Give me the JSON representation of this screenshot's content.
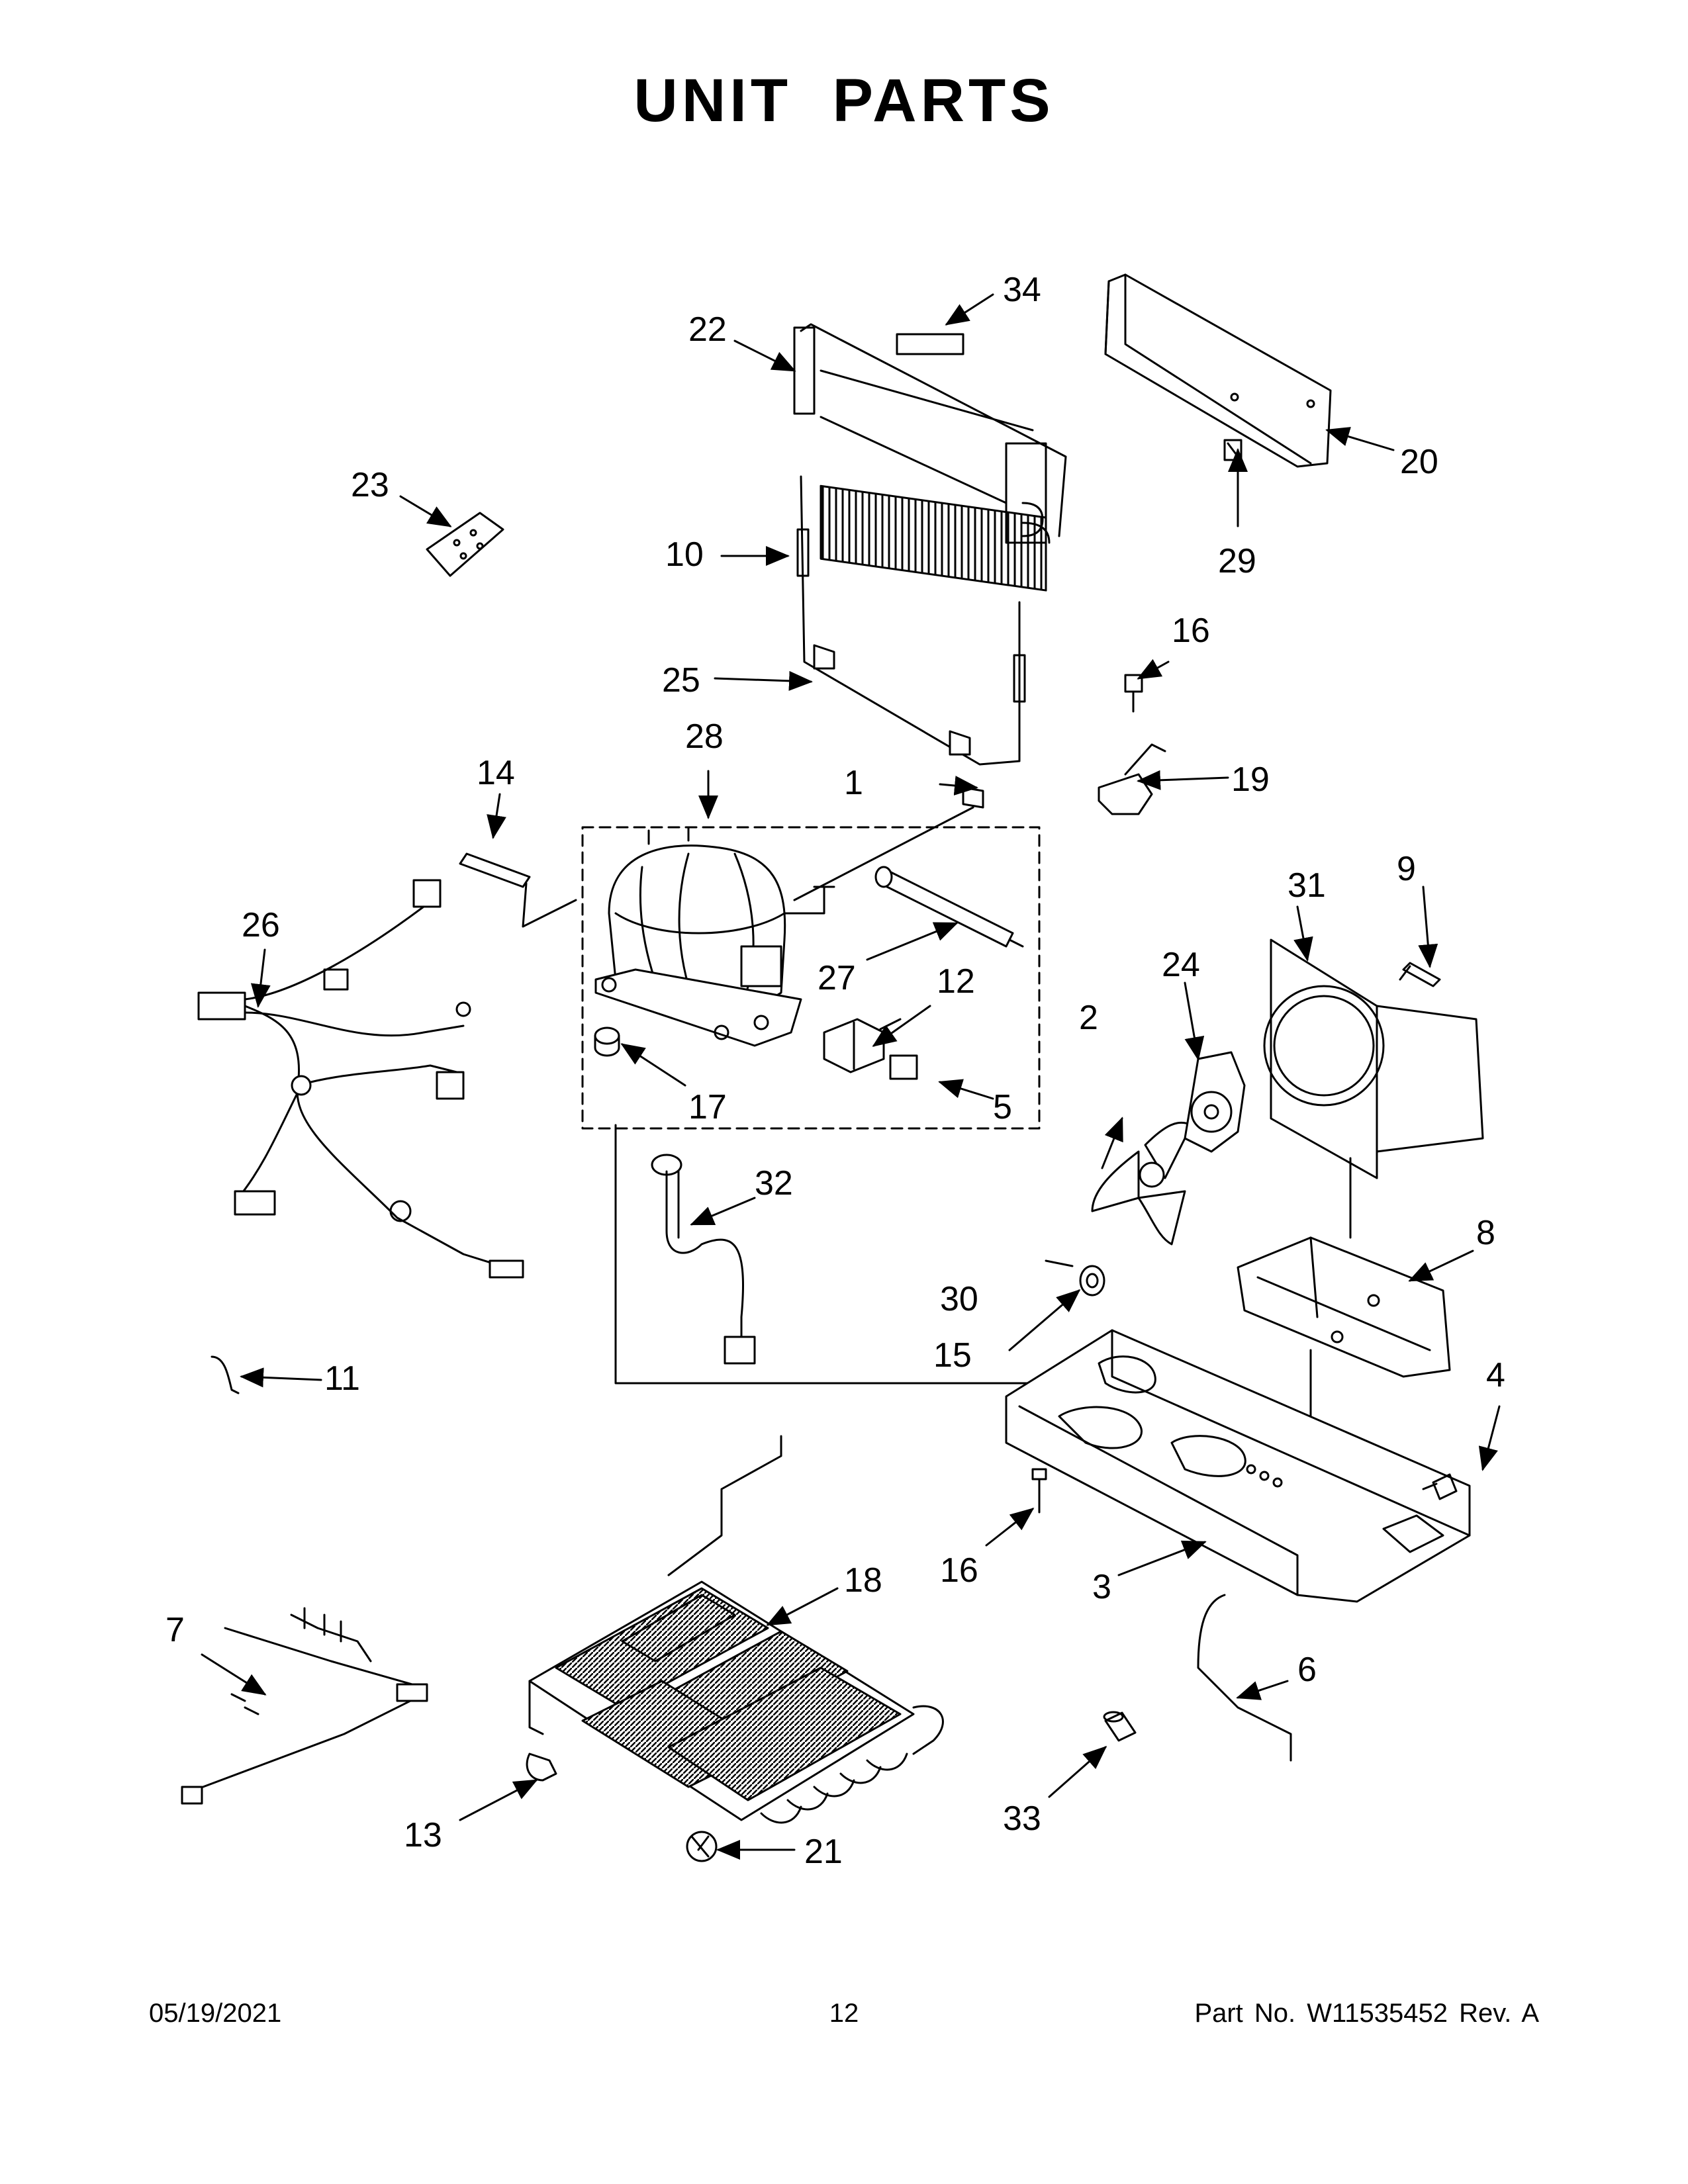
{
  "page": {
    "title": "UNIT PARTS",
    "footer_date": "05/19/2021",
    "footer_page": "12",
    "footer_part": "Part No.  W11535452  Rev.  A"
  },
  "callouts": [
    {
      "id": "c1",
      "label": "1"
    },
    {
      "id": "c2",
      "label": "2"
    },
    {
      "id": "c3",
      "label": "3"
    },
    {
      "id": "c4",
      "label": "4"
    },
    {
      "id": "c5",
      "label": "5"
    },
    {
      "id": "c6",
      "label": "6"
    },
    {
      "id": "c7",
      "label": "7"
    },
    {
      "id": "c8",
      "label": "8"
    },
    {
      "id": "c9",
      "label": "9"
    },
    {
      "id": "c10",
      "label": "10"
    },
    {
      "id": "c11",
      "label": "11"
    },
    {
      "id": "c12",
      "label": "12"
    },
    {
      "id": "c13",
      "label": "13"
    },
    {
      "id": "c14",
      "label": "14"
    },
    {
      "id": "c15",
      "label": "15"
    },
    {
      "id": "c16a",
      "label": "16"
    },
    {
      "id": "c16b",
      "label": "16"
    },
    {
      "id": "c17",
      "label": "17"
    },
    {
      "id": "c18",
      "label": "18"
    },
    {
      "id": "c19",
      "label": "19"
    },
    {
      "id": "c20",
      "label": "20"
    },
    {
      "id": "c21",
      "label": "21"
    },
    {
      "id": "c22",
      "label": "22"
    },
    {
      "id": "c23",
      "label": "23"
    },
    {
      "id": "c24",
      "label": "24"
    },
    {
      "id": "c25",
      "label": "25"
    },
    {
      "id": "c26",
      "label": "26"
    },
    {
      "id": "c27",
      "label": "27"
    },
    {
      "id": "c28",
      "label": "28"
    },
    {
      "id": "c29",
      "label": "29"
    },
    {
      "id": "c30",
      "label": "30"
    },
    {
      "id": "c31",
      "label": "31"
    },
    {
      "id": "c32",
      "label": "32"
    },
    {
      "id": "c33",
      "label": "33"
    },
    {
      "id": "c34",
      "label": "34"
    }
  ]
}
